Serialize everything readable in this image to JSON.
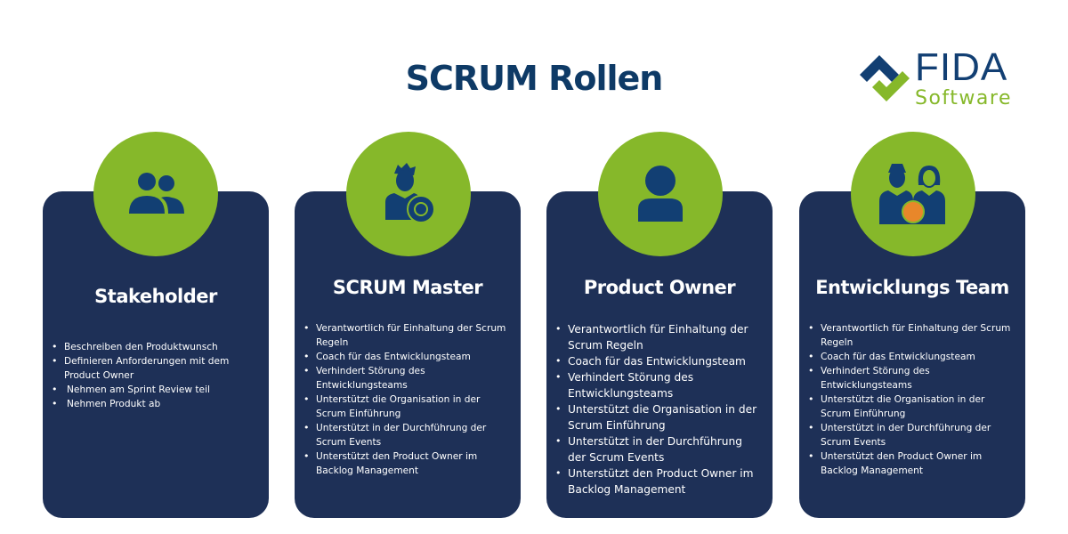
{
  "title": "SCRUM Rollen",
  "logo": {
    "line1": "FIDA",
    "line2": "Software"
  },
  "colors": {
    "navy": "#1e3057",
    "green": "#86b82a",
    "title": "#0e3a66"
  },
  "cards": [
    {
      "title": "Stakeholder",
      "icon": "users-icon",
      "items": [
        "Beschreiben den Produktwunsch",
        "Definieren Anforderungen mit dem Product Owner",
        "Nehmen am Sprint Review teil",
        "Nehmen Produkt ab"
      ]
    },
    {
      "title": "SCRUM Master",
      "icon": "scrum-master-icon",
      "items": [
        "Verantwortlich für Einhaltung der Scrum Regeln",
        "Coach für das Entwicklungsteam",
        "Verhindert Störung des Entwicklungsteams",
        "Unterstützt die Organisation in der Scrum Einführung",
        "Unterstützt in der Durchführung der Scrum Events",
        "Unterstützt den Product Owner im Backlog Management"
      ]
    },
    {
      "title": "Product Owner",
      "icon": "user-icon",
      "items": [
        "Verantwortlich für Einhaltung der Scrum Regeln",
        "Coach für das Entwicklungsteam",
        "Verhindert Störung des Entwicklungsteams",
        "Unterstützt die Organisation in der Scrum Einführung",
        "Unterstützt in der Durchführung der Scrum Events",
        "Unterstützt den Product Owner im Backlog Management"
      ]
    },
    {
      "title": "Entwicklungs Team",
      "icon": "team-icon",
      "items": [
        "Verantwortlich für Einhaltung der Scrum Regeln",
        "Coach für das Entwicklungsteam",
        "Verhindert Störung des Entwicklungsteams",
        "Unterstützt die Organisation in der Scrum Einführung",
        "Unterstützt in der Durchführung der Scrum Events",
        "Unterstützt den Product Owner im Backlog Management"
      ]
    }
  ]
}
